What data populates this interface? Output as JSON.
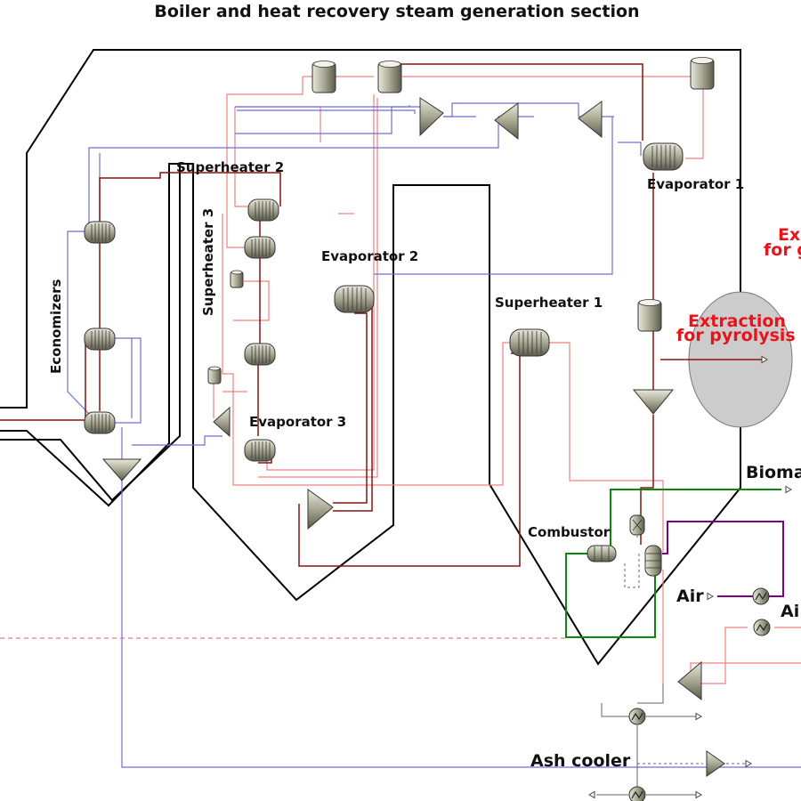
{
  "title": "Boiler and heat recovery steam generation section",
  "labels": {
    "economizers": "Economizers",
    "superheater_2": "Superheater 2",
    "superheater_3": "Superheater 3",
    "evaporator_2": "Evaporator 2",
    "evaporator_1": "Evaporator 1",
    "superheater_1": "Superheater 1",
    "evaporator_3": "Evaporator 3",
    "combustor": "Combustor",
    "air": "Air",
    "air_cut": "Ai",
    "biomass_cut": "Bioma",
    "ash_cooler": "Ash cooler",
    "extraction_top_line1": "Ex",
    "extraction_top_line2": "for g",
    "extraction_pyrolysis_line1": "Extraction",
    "extraction_pyrolysis_line2": "for pyrolysis"
  },
  "colors": {
    "outline": "#000000",
    "water_blue": "#6f6fd6",
    "steam_darkred": "#8b1010",
    "hot_pink": "#f08080",
    "biomass_green": "#0a8a0a",
    "air_purple": "#800080",
    "label_red": "#e8141b",
    "highlight_gray": "#cccccc",
    "equipment_fill": "#a8a890"
  },
  "icons": [
    "heat-exchanger-icon",
    "drum-icon",
    "splitter-icon",
    "mixer-icon",
    "cooler-icon",
    "arrow-outlet-icon"
  ]
}
